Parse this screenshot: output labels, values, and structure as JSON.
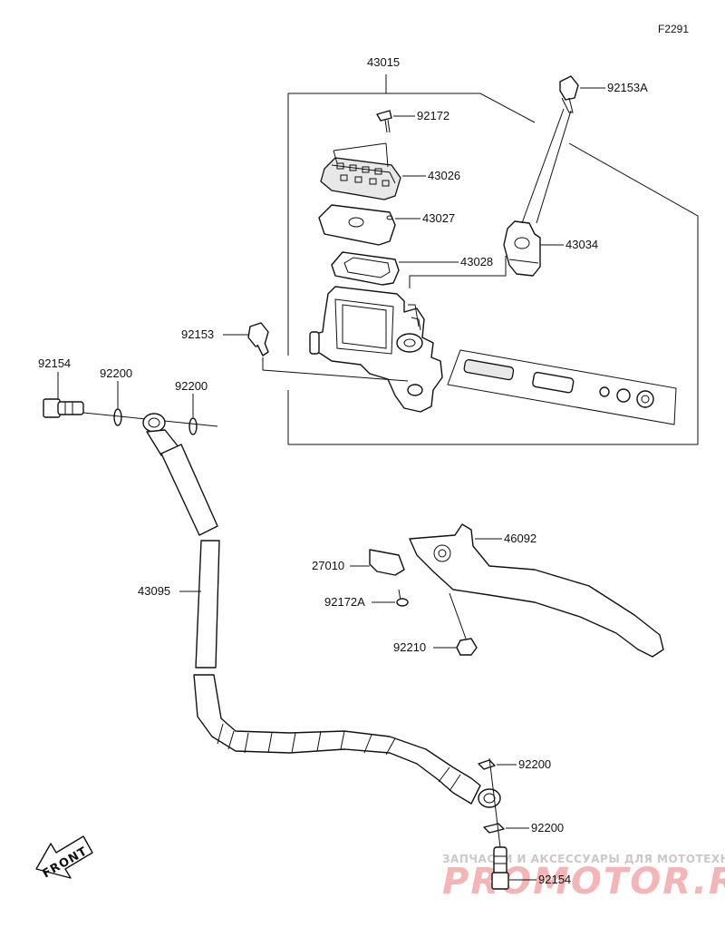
{
  "figure_id": "F2291",
  "assembly_label": "43015",
  "parts": {
    "p92153A": "92153A",
    "p92172": "92172",
    "p43026": "43026",
    "p43027": "43027",
    "p43028": "43028",
    "p43034": "43034",
    "p92153": "92153",
    "p92154_top": "92154",
    "p92200_a": "92200",
    "p92200_b": "92200",
    "p46092": "46092",
    "p27010": "27010",
    "p92172A": "92172A",
    "p92210": "92210",
    "p43095": "43095",
    "p92200_c": "92200",
    "p92200_d": "92200",
    "p92154_bottom": "92154"
  },
  "front_label": "FRONT",
  "watermark": {
    "tagline": "ЗАПЧАСТИ И АКСЕССУАРЫ ДЛЯ МОТОТЕХНИКИ",
    "brand": "PROMOTOR.RU"
  }
}
